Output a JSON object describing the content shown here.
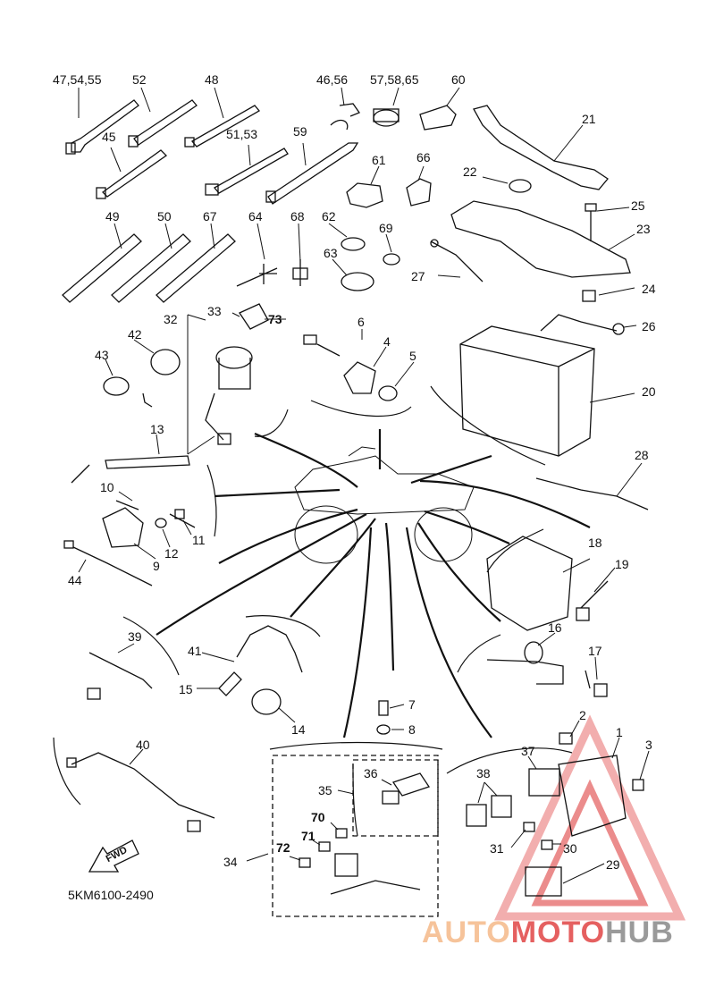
{
  "diagram_code": "5KM6100-2490",
  "fwd_label": "FWD",
  "watermark": {
    "part1": "AUTO",
    "part2": "MOTO",
    "part3": "HUB",
    "color_part1": "#f6c39a",
    "color_part2": "#e56060",
    "color_part3": "#9a9a9a"
  },
  "callouts": {
    "c1": "1",
    "c2": "2",
    "c3": "3",
    "c4": "4",
    "c5": "5",
    "c6": "6",
    "c7": "7",
    "c8": "8",
    "c9": "9",
    "c10": "10",
    "c11": "11",
    "c12": "12",
    "c13": "13",
    "c14": "14",
    "c15": "15",
    "c16": "16",
    "c17": "17",
    "c18": "18",
    "c19": "19",
    "c20": "20",
    "c21": "21",
    "c22": "22",
    "c23": "23",
    "c24": "24",
    "c25": "25",
    "c26": "26",
    "c27": "27",
    "c28": "28",
    "c29": "29",
    "c30": "30",
    "c31": "31",
    "c32": "32",
    "c33": "33",
    "c34": "34",
    "c35": "35",
    "c36": "36",
    "c37": "37",
    "c38": "38",
    "c39": "39",
    "c40": "40",
    "c41": "41",
    "c42": "42",
    "c43": "43",
    "c44": "44",
    "c45": "45",
    "c46_56": "46,56",
    "c47_54_55": "47,54,55",
    "c48": "48",
    "c49": "49",
    "c50": "50",
    "c51_53": "51,53",
    "c52": "52",
    "c57_58_65": "57,58,65",
    "c59": "59",
    "c60": "60",
    "c61": "61",
    "c62": "62",
    "c63": "63",
    "c64": "64",
    "c66": "66",
    "c67": "67",
    "c68": "68",
    "c69": "69",
    "c70": "70",
    "c71": "71",
    "c72": "72",
    "c73": "73"
  }
}
